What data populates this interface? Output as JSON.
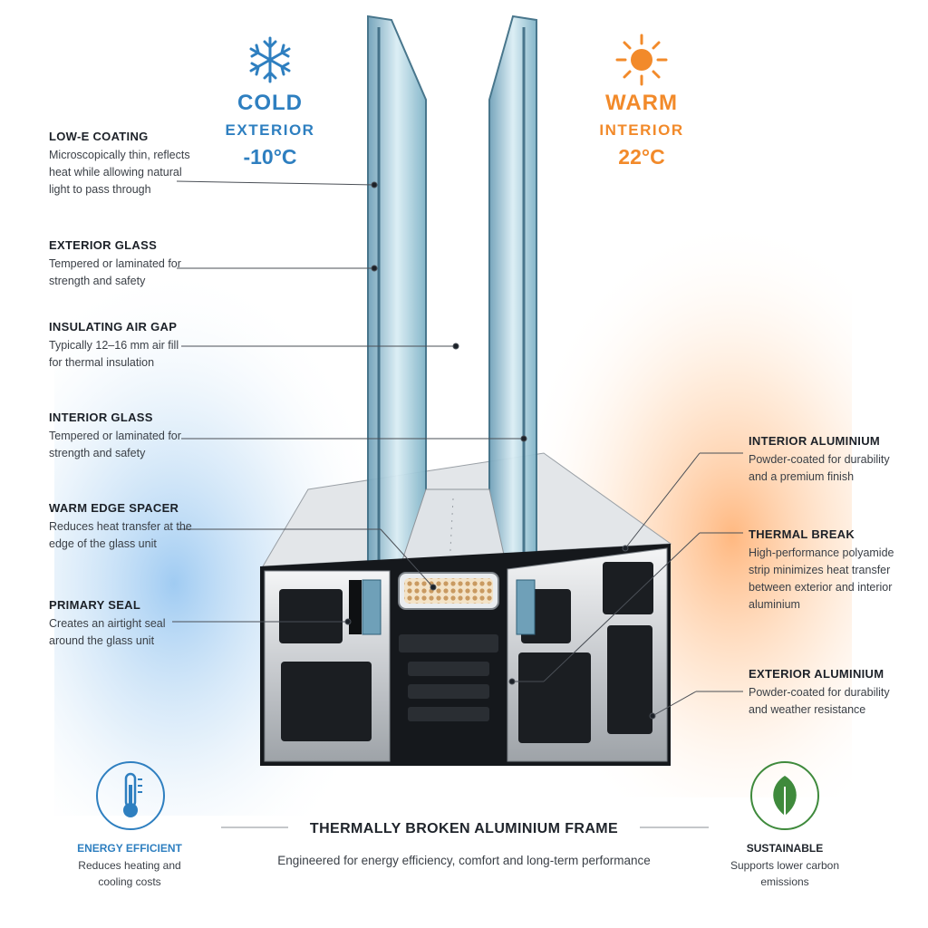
{
  "cold": {
    "title": "COLD",
    "subtitle": "EXTERIOR",
    "temperature": "-10°C",
    "icon": "snowflake-icon",
    "color": "#2e7fc0"
  },
  "warm": {
    "title": "WARM",
    "subtitle": "INTERIOR",
    "temperature": "22°C",
    "icon": "sun-icon",
    "color": "#f28a2a"
  },
  "left_labels": [
    {
      "title": "LOW-E COATING",
      "body": "Microscopically thin, reflects heat while allowing natural light to pass through"
    },
    {
      "title": "EXTERIOR GLASS",
      "body": "Tempered or laminated for strength and safety"
    },
    {
      "title": "INSULATING AIR GAP",
      "body": "Typically 12–16 mm air fill for thermal insulation"
    },
    {
      "title": "INTERIOR GLASS",
      "body": "Tempered or laminated for strength and safety"
    },
    {
      "title": "WARM EDGE SPACER",
      "body": "Reduces heat transfer at the edge of the glass unit"
    },
    {
      "title": "PRIMARY SEAL",
      "body": "Creates an airtight seal around the glass unit"
    }
  ],
  "right_labels": [
    {
      "title": "INTERIOR ALUMINIUM",
      "body": "Powder-coated for durability and a premium finish"
    },
    {
      "title": "THERMAL BREAK",
      "body": "High-performance polyamide strip minimizes heat transfer between exterior and interior aluminium"
    },
    {
      "title": "EXTERIOR ALUMINIUM",
      "body": "Powder-coated for durability and weather resistance"
    }
  ],
  "bottom": {
    "title": "THERMALLY BROKEN ALUMINIUM FRAME",
    "subtitle": "Engineered for energy efficiency, comfort and long-term performance"
  },
  "badges": [
    {
      "title": "ENERGY EFFICIENT",
      "body": "Reduces heating and cooling costs",
      "icon": "thermometer-icon",
      "color": "#2e7fc0"
    },
    {
      "title": "SUSTAINABLE",
      "body": "Supports lower carbon emissions",
      "icon": "leaf-icon",
      "color": "#3f8a3c"
    }
  ]
}
